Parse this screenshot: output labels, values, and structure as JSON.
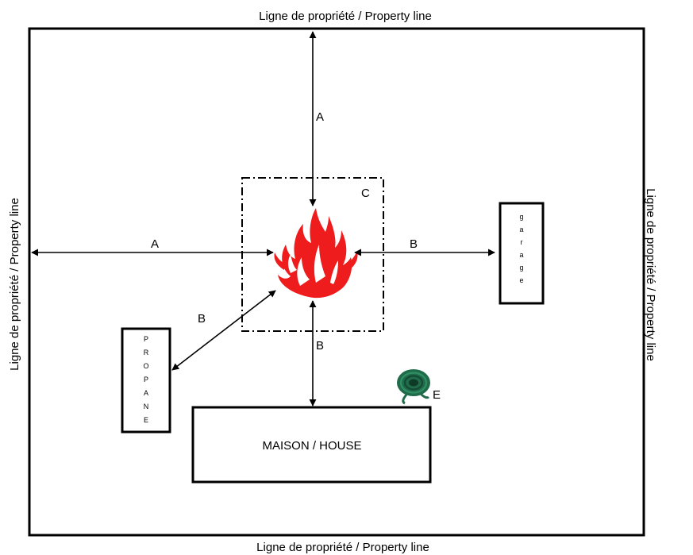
{
  "property_line": {
    "top": "Ligne de propriété / Property line",
    "bottom": "Ligne de propriété / Property line",
    "left": "Ligne de propriété / Property line",
    "right": "Ligne de propriété / Property line"
  },
  "distances": {
    "a_top": "A",
    "a_left": "A",
    "b_garage": "B",
    "b_house": "B",
    "b_propane": "B"
  },
  "zone_label": "C",
  "hose_label": "E",
  "house_label": "MAISON / HOUSE",
  "garage_letters": [
    "g",
    "a",
    "r",
    "a",
    "g",
    "e"
  ],
  "propane_letters": [
    "P",
    "R",
    "O",
    "P",
    "A",
    "N",
    "E"
  ],
  "colors": {
    "fire": "#ee1c1c",
    "hose": "#1f6b4a",
    "line": "#000000"
  },
  "icons": {
    "fire": "fire-icon",
    "hose": "garden-hose-icon"
  }
}
